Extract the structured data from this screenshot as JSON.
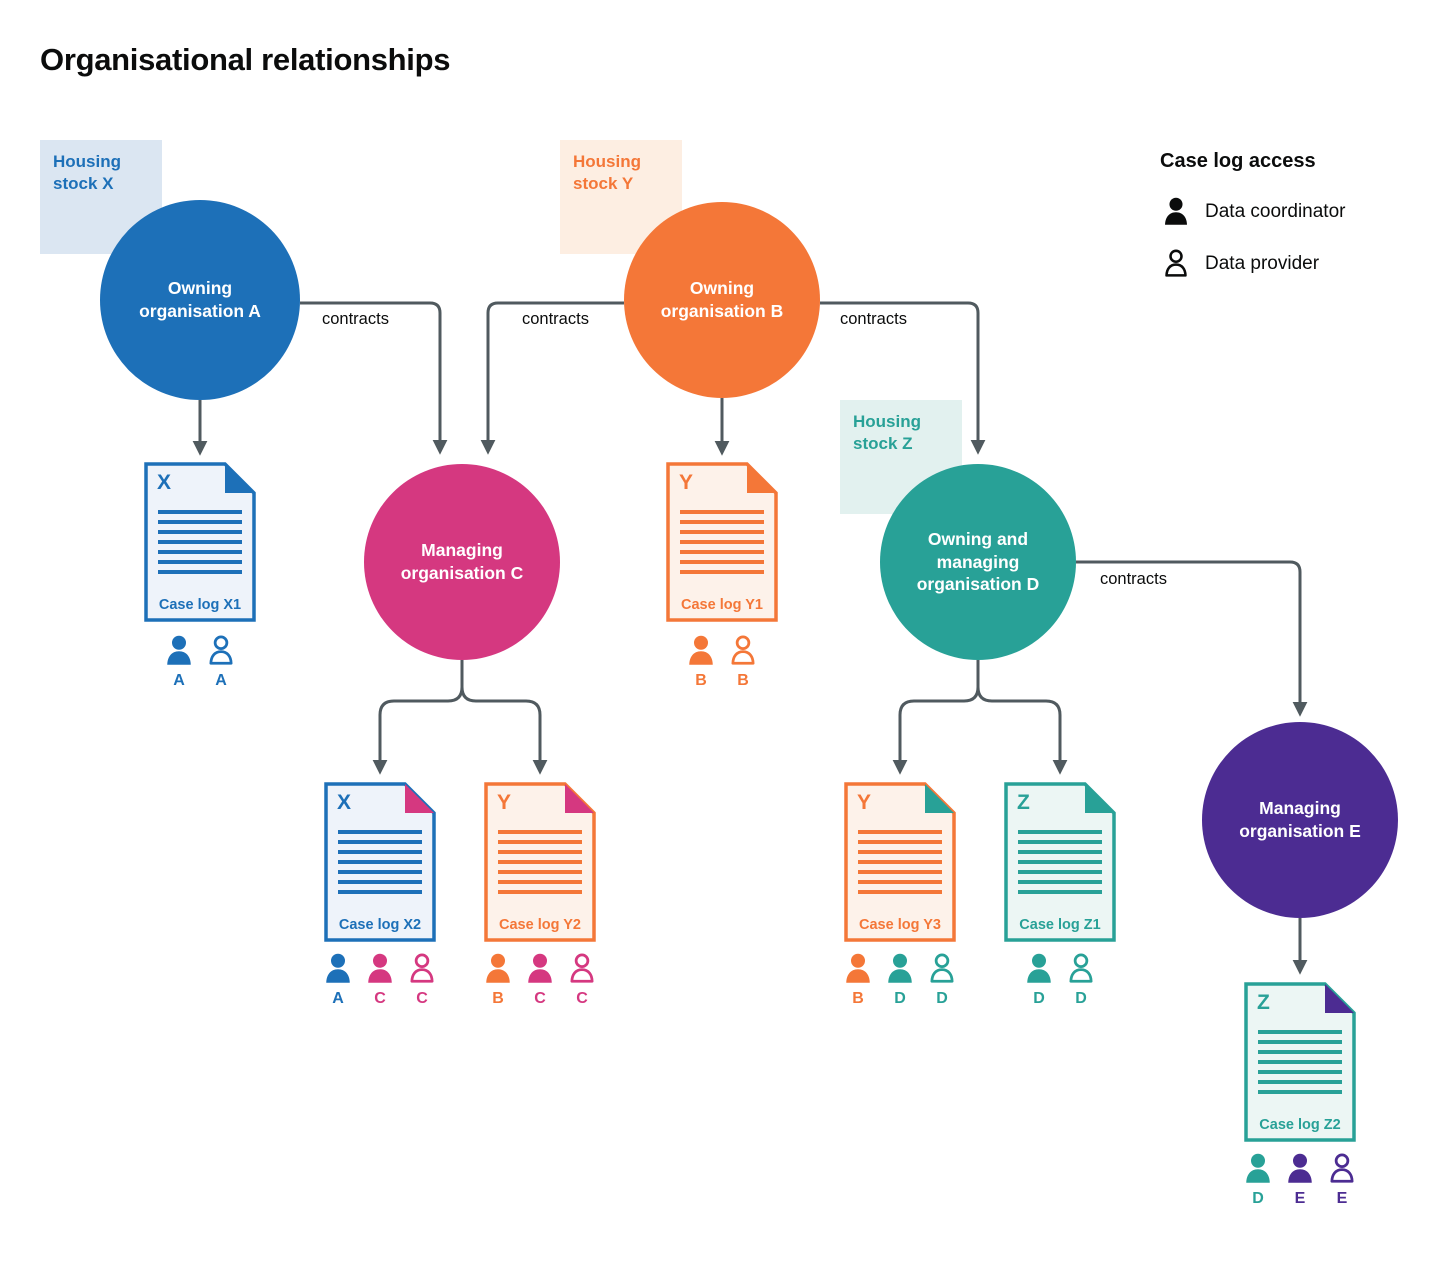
{
  "title": "Organisational relationships",
  "legend": {
    "title": "Case log access",
    "items": [
      {
        "icon": "person-filled-icon",
        "label": "Data coordinator"
      },
      {
        "icon": "person-outline-icon",
        "label": "Data provider"
      }
    ]
  },
  "housing_stocks": [
    {
      "id": "X",
      "label": "Housing stock X",
      "color": "#1d70b8"
    },
    {
      "id": "Y",
      "label": "Housing stock Y",
      "color": "#f47738"
    },
    {
      "id": "Z",
      "label": "Housing stock Z",
      "color": "#28a197"
    }
  ],
  "organisations": [
    {
      "id": "A",
      "label": "Owning organisation A",
      "color": "#1d70b8"
    },
    {
      "id": "B",
      "label": "Owning organisation B",
      "color": "#f47738"
    },
    {
      "id": "C",
      "label": "Managing organisation C",
      "color": "#d53880"
    },
    {
      "id": "D",
      "label": "Owning and managing organisation D",
      "color": "#28a197"
    },
    {
      "id": "E",
      "label": "Managing organisation E",
      "color": "#4c2c92"
    }
  ],
  "contracts": [
    {
      "from": "A",
      "to": "C",
      "label": "contracts"
    },
    {
      "from": "B",
      "to": "C",
      "label": "contracts"
    },
    {
      "from": "B",
      "to": "D",
      "label": "contracts"
    },
    {
      "from": "D",
      "to": "E",
      "label": "contracts"
    }
  ],
  "case_logs": [
    {
      "letter": "X",
      "label": "Case log X1",
      "access": [
        {
          "role": "coordinator",
          "org": "A"
        },
        {
          "role": "provider",
          "org": "A"
        }
      ]
    },
    {
      "letter": "Y",
      "label": "Case log Y1",
      "access": [
        {
          "role": "coordinator",
          "org": "B"
        },
        {
          "role": "provider",
          "org": "B"
        }
      ]
    },
    {
      "letter": "X",
      "label": "Case log X2",
      "access": [
        {
          "role": "coordinator",
          "org": "A"
        },
        {
          "role": "coordinator",
          "org": "C"
        },
        {
          "role": "provider",
          "org": "C"
        }
      ]
    },
    {
      "letter": "Y",
      "label": "Case log Y2",
      "access": [
        {
          "role": "coordinator",
          "org": "B"
        },
        {
          "role": "coordinator",
          "org": "C"
        },
        {
          "role": "provider",
          "org": "C"
        }
      ]
    },
    {
      "letter": "Y",
      "label": "Case log Y3",
      "access": [
        {
          "role": "coordinator",
          "org": "B"
        },
        {
          "role": "coordinator",
          "org": "D"
        },
        {
          "role": "provider",
          "org": "D"
        }
      ]
    },
    {
      "letter": "Z",
      "label": "Case log Z1",
      "access": [
        {
          "role": "coordinator",
          "org": "D"
        },
        {
          "role": "provider",
          "org": "D"
        }
      ]
    },
    {
      "letter": "Z",
      "label": "Case log Z2",
      "access": [
        {
          "role": "coordinator",
          "org": "D"
        },
        {
          "role": "coordinator",
          "org": "E"
        },
        {
          "role": "provider",
          "org": "E"
        }
      ]
    }
  ]
}
